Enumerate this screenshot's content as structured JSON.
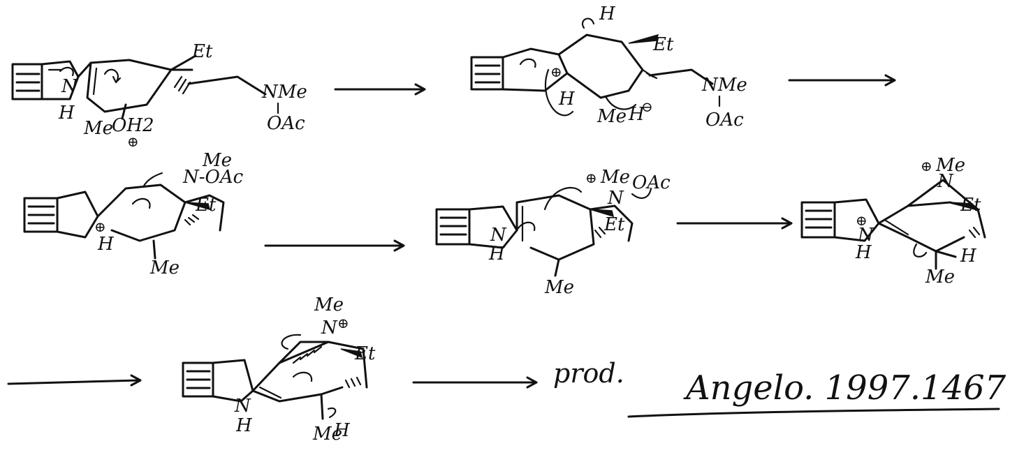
{
  "labels": {
    "et": "Et",
    "me": "Me",
    "h": "H",
    "nme": "NMe",
    "n": "N",
    "oac": "OAc",
    "noac": "N-OAc",
    "oh2": "OH2",
    "prod": "prod.",
    "reference": "Angelo. 1997.1467"
  },
  "colors": {
    "ink": "#111111",
    "paper": "#ffffff"
  }
}
